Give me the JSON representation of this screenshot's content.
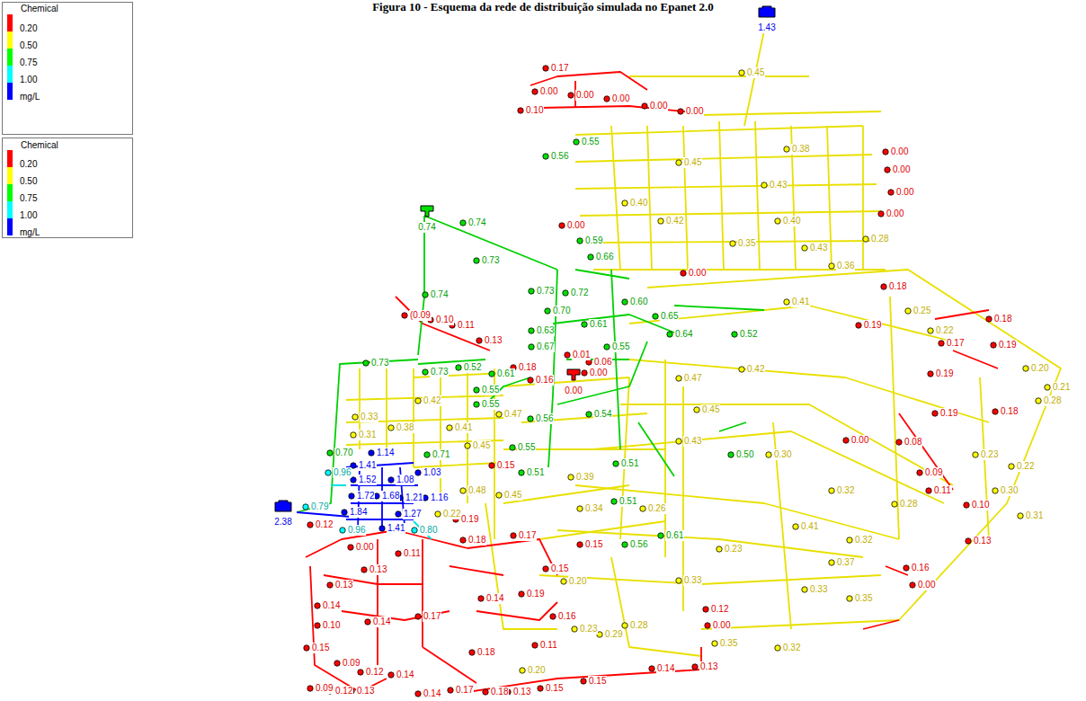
{
  "diagram": {
    "title": "Figura 10 - Esquema da rede de distribuição simulada no Epanet 2.0",
    "nodes": [
      {
        "text": [
          "1.43"
        ]
      },
      {
        "text": [
          "0.74"
        ]
      },
      {
        "text": [
          "0.00"
        ]
      },
      {
        "text": [
          "2.38"
        ]
      }
    ],
    "labels": [
      "Chemical",
      "Chemical",
      "0.17",
      "0.00",
      "0.00",
      "0.00",
      "0.00",
      "0.00",
      "0.10",
      "0.00",
      "0.00",
      "0.00",
      "0.00",
      "0.00",
      "0.00",
      "0.18",
      "0.19",
      "0.18",
      "0.17",
      "0.19",
      "0.20",
      "0.19",
      "0.19",
      "0.18",
      "0.08",
      "0.09",
      "0.11",
      "0.10",
      "0.13",
      "0.16",
      "0.00",
      "0.00",
      "(0.09",
      "0.10",
      "0.11",
      "0.13",
      "0.18",
      "0.01",
      "0.06",
      "0.16",
      "0.00",
      "0.15",
      "0.19",
      "0.00",
      "0.11",
      "0.17",
      "0.15",
      "0.20",
      "0.13",
      "0.13",
      "0.14",
      "0.14",
      "0.17",
      "0.10",
      "0.15",
      "0.09",
      "0.12",
      "0.09",
      "0.12",
      "0.13",
      "0.14",
      "0.14",
      "0.17",
      "0.18",
      "0.13",
      "0.15",
      "0.15",
      "0.14",
      "0.13",
      "0.18",
      "0.14",
      "0.19",
      "0.16",
      "0.18",
      "0.20",
      "0.11",
      "0.15",
      "0.12",
      "0.00",
      "0.12",
      "0.45",
      "0.43",
      "0.40",
      "0.41",
      "0.28",
      "0.25",
      "0.22",
      "0.30",
      "0.32",
      "0.32",
      "0.41",
      "0.35",
      "0.33",
      "0.31",
      "0.30",
      "0.22",
      "0.28",
      "0.23",
      "0.21",
      "0.28",
      "0.23",
      "0.37",
      "0.33",
      "0.28",
      "0.29",
      "0.23",
      "0.35",
      "0.32",
      "0.26",
      "0.34",
      "0.39",
      "0.43",
      "0.45",
      "0.42",
      "0.47",
      "0.33",
      "0.31",
      "0.38",
      "0.42",
      "0.41",
      "0.45",
      "0.22",
      "0.47",
      "0.48",
      "0.45",
      "0.43",
      "0.36",
      "0.35",
      "0.42",
      "0.40",
      "0.45",
      "0.38",
      "0.74",
      "0.73",
      "0.73",
      "0.74",
      "0.73",
      "0.73",
      "0.52",
      "0.55",
      "0.55",
      "0.61",
      "0.55",
      "0.56",
      "0.59",
      "0.66",
      "0.72",
      "0.70",
      "0.63",
      "0.67",
      "0.61",
      "0.55",
      "0.60",
      "0.65",
      "0.64",
      "0.52",
      "0.51",
      "0.55",
      "0.56",
      "0.54",
      "0.51",
      "0.50",
      "0.51",
      "0.61",
      "0.56",
      "0.70",
      "1.14",
      "1.41",
      "1.52",
      "1.08",
      "1.03",
      "1.72",
      "1.68",
      "1.21",
      "1.16",
      "1.84",
      "1.27",
      "1.41",
      "0.96",
      "0.96",
      "0.80",
      "0.71",
      "0.79"
    ],
    "legend": [
      {
        "text": "0.20",
        "color": "#ff0000"
      },
      {
        "text": "0.50",
        "color": "#ffff00"
      },
      {
        "text": "0.75",
        "color": "#00ff00"
      },
      {
        "text": "1.00",
        "color": "#00ffff"
      },
      {
        "text": "mg/L",
        "color": "#0000ff"
      },
      {
        "text": "0.20",
        "color": "#ff0000"
      },
      {
        "text": "0.50",
        "color": "#ffff00"
      },
      {
        "text": "0.75",
        "color": "#00ff00"
      },
      {
        "text": "1.00",
        "color": "#00ffff"
      },
      {
        "text": "mg/L",
        "color": "#0000ff"
      }
    ]
  }
}
